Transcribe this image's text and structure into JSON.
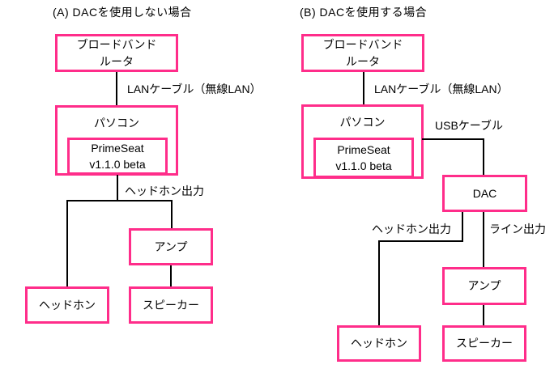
{
  "colors": {
    "box_border": "#ff2d8a",
    "connector_line": "#000000",
    "text": "#000000",
    "background": "#ffffff"
  },
  "diagram_a": {
    "title": "(A) DACを使用しない場合",
    "router_line1": "ブロードバンド",
    "router_line2": "ルータ",
    "lan_cable_label": "LANケーブル（無線LAN）",
    "pc": "パソコン",
    "primeseat_line1": "PrimeSeat",
    "primeseat_line2": "v1.1.0 beta",
    "headphone_out_label": "ヘッドホン出力",
    "amp": "アンプ",
    "headphone": "ヘッドホン",
    "speaker": "スピーカー"
  },
  "diagram_b": {
    "title": "(B) DACを使用する場合",
    "router_line1": "ブロードバンド",
    "router_line2": "ルータ",
    "lan_cable_label": "LANケーブル（無線LAN）",
    "pc": "パソコン",
    "primeseat_line1": "PrimeSeat",
    "primeseat_line2": "v1.1.0 beta",
    "usb_cable_label": "USBケーブル",
    "dac": "DAC",
    "headphone_out_label": "ヘッドホン出力",
    "line_out_label": "ライン出力",
    "amp": "アンプ",
    "headphone": "ヘッドホン",
    "speaker": "スピーカー"
  }
}
